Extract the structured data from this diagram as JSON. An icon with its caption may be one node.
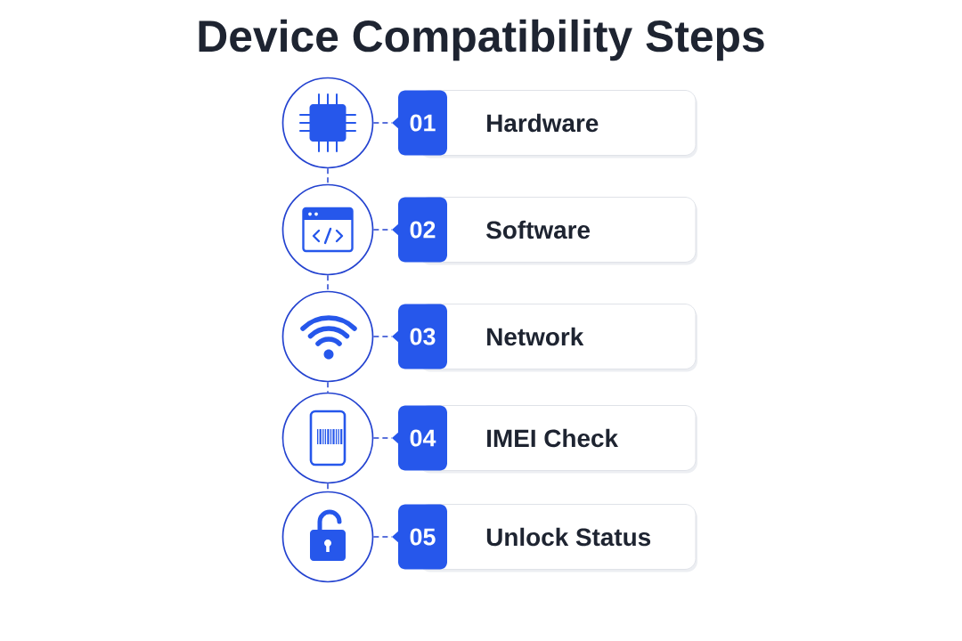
{
  "diagram": {
    "title": "Device Compatibility Steps",
    "nodes": [
      {
        "text": [],
        "shape": "circle"
      },
      {
        "text": [
          "01"
        ]
      },
      {
        "text": [
          "Hardware"
        ]
      },
      {
        "text": [],
        "shape": "circle"
      },
      {
        "text": [
          "02"
        ]
      },
      {
        "text": [
          "Software"
        ]
      },
      {
        "text": [],
        "shape": "circle"
      },
      {
        "text": [
          "03"
        ]
      },
      {
        "text": [
          "Network"
        ]
      },
      {
        "text": [],
        "shape": "circle"
      },
      {
        "text": [
          "04"
        ]
      },
      {
        "text": [
          "IMEI Check"
        ]
      },
      {
        "text": [],
        "shape": "circle"
      },
      {
        "text": [
          "05"
        ]
      },
      {
        "text": [
          "Unlock Status"
        ]
      }
    ],
    "edges": [
      {
        "from": 0,
        "to": 1,
        "arrow": "none",
        "style": "dashed"
      },
      {
        "from": 0,
        "to": 3,
        "arrow": "none",
        "style": "dashed"
      },
      {
        "from": 3,
        "to": 4,
        "arrow": "none",
        "style": "dashed"
      },
      {
        "from": 3,
        "to": 6,
        "arrow": "none",
        "style": "dashed"
      },
      {
        "from": 6,
        "to": 7,
        "arrow": "none",
        "style": "dashed"
      },
      {
        "from": 6,
        "to": 9,
        "arrow": "none",
        "style": "dashed"
      },
      {
        "from": 9,
        "to": 10,
        "arrow": "none",
        "style": "dashed"
      },
      {
        "from": 9,
        "to": 12,
        "arrow": "none",
        "style": "dashed"
      },
      {
        "from": 12,
        "to": 13,
        "arrow": "none",
        "style": "dashed"
      }
    ]
  }
}
